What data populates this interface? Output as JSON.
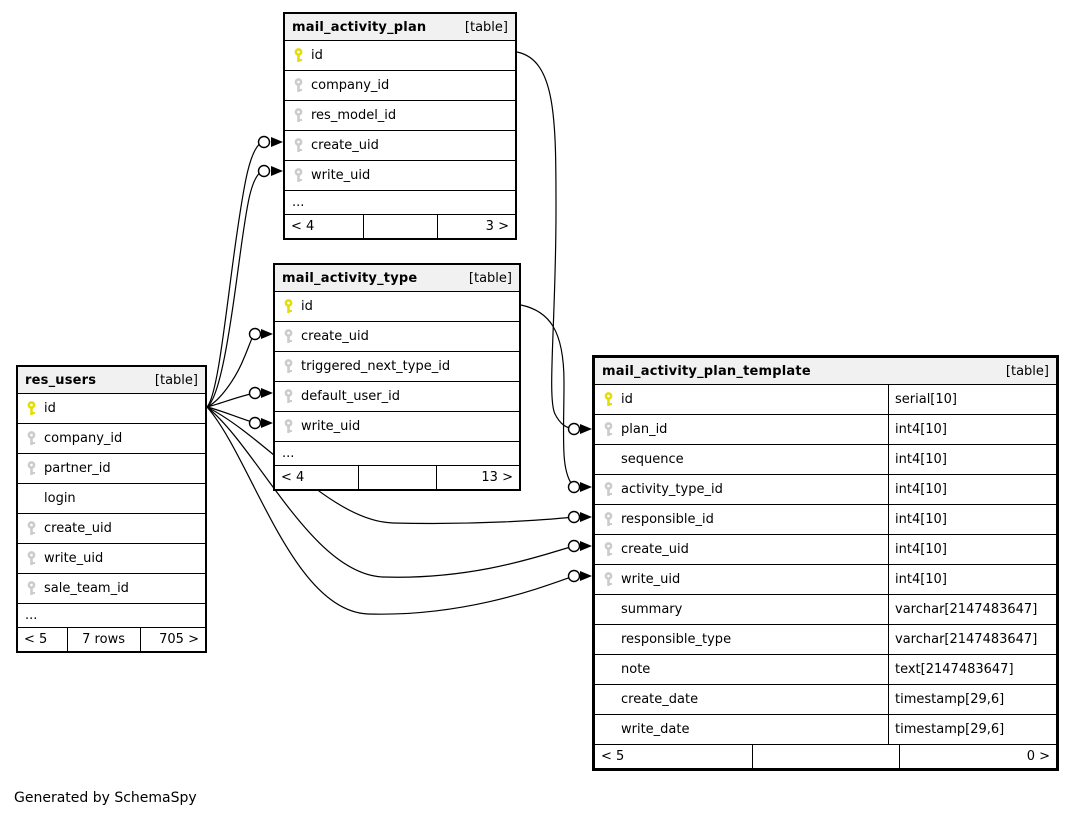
{
  "diagram": {
    "credit": "Generated by SchemaSpy",
    "colors": {
      "primary_key": "#e3dd0a",
      "foreign_key": "#cccccc",
      "header_bg": "#f1f1f1",
      "border": "#000000",
      "edge": "#000000",
      "background": "#ffffff"
    },
    "tables": {
      "mail_activity_plan": {
        "title": "mail_activity_plan",
        "tag": "[table]",
        "columns": [
          {
            "name": "id",
            "key": "primary"
          },
          {
            "name": "company_id",
            "key": "foreign"
          },
          {
            "name": "res_model_id",
            "key": "foreign"
          },
          {
            "name": "create_uid",
            "key": "foreign"
          },
          {
            "name": "write_uid",
            "key": "foreign"
          }
        ],
        "more": "...",
        "footer": {
          "left": "< 4",
          "center": "",
          "right": "3 >"
        }
      },
      "mail_activity_type": {
        "title": "mail_activity_type",
        "tag": "[table]",
        "columns": [
          {
            "name": "id",
            "key": "primary"
          },
          {
            "name": "create_uid",
            "key": "foreign"
          },
          {
            "name": "triggered_next_type_id",
            "key": "foreign"
          },
          {
            "name": "default_user_id",
            "key": "foreign"
          },
          {
            "name": "write_uid",
            "key": "foreign"
          }
        ],
        "more": "...",
        "footer": {
          "left": "< 4",
          "center": "",
          "right": "13 >"
        }
      },
      "res_users": {
        "title": "res_users",
        "tag": "[table]",
        "columns": [
          {
            "name": "id",
            "key": "primary"
          },
          {
            "name": "company_id",
            "key": "foreign"
          },
          {
            "name": "partner_id",
            "key": "foreign"
          },
          {
            "name": "login",
            "key": "none"
          },
          {
            "name": "create_uid",
            "key": "foreign"
          },
          {
            "name": "write_uid",
            "key": "foreign"
          },
          {
            "name": "sale_team_id",
            "key": "foreign"
          }
        ],
        "more": "...",
        "footer": {
          "left": "< 5",
          "center": "7 rows",
          "right": "705 >"
        }
      },
      "mail_activity_plan_template": {
        "title": "mail_activity_plan_template",
        "tag": "[table]",
        "columns": [
          {
            "name": "id",
            "key": "primary",
            "type": "serial[10]"
          },
          {
            "name": "plan_id",
            "key": "foreign",
            "type": "int4[10]"
          },
          {
            "name": "sequence",
            "key": "none",
            "type": "int4[10]"
          },
          {
            "name": "activity_type_id",
            "key": "foreign",
            "type": "int4[10]"
          },
          {
            "name": "responsible_id",
            "key": "foreign",
            "type": "int4[10]"
          },
          {
            "name": "create_uid",
            "key": "foreign",
            "type": "int4[10]"
          },
          {
            "name": "write_uid",
            "key": "foreign",
            "type": "int4[10]"
          },
          {
            "name": "summary",
            "key": "none",
            "type": "varchar[2147483647]"
          },
          {
            "name": "responsible_type",
            "key": "none",
            "type": "varchar[2147483647]"
          },
          {
            "name": "note",
            "key": "none",
            "type": "text[2147483647]"
          },
          {
            "name": "create_date",
            "key": "none",
            "type": "timestamp[29,6]"
          },
          {
            "name": "write_date",
            "key": "none",
            "type": "timestamp[29,6]"
          }
        ],
        "footer": {
          "left": "< 5",
          "center": "",
          "right": "0 >"
        }
      }
    },
    "relationships": [
      {
        "from": "res_users.id",
        "to": "mail_activity_plan.create_uid"
      },
      {
        "from": "res_users.id",
        "to": "mail_activity_plan.write_uid"
      },
      {
        "from": "res_users.id",
        "to": "mail_activity_type.create_uid"
      },
      {
        "from": "res_users.id",
        "to": "mail_activity_type.default_user_id"
      },
      {
        "from": "res_users.id",
        "to": "mail_activity_type.write_uid"
      },
      {
        "from": "res_users.id",
        "to": "mail_activity_plan_template.responsible_id"
      },
      {
        "from": "res_users.id",
        "to": "mail_activity_plan_template.create_uid"
      },
      {
        "from": "res_users.id",
        "to": "mail_activity_plan_template.write_uid"
      },
      {
        "from": "mail_activity_plan.id",
        "to": "mail_activity_plan_template.plan_id"
      },
      {
        "from": "mail_activity_type.id",
        "to": "mail_activity_plan_template.activity_type_id"
      }
    ]
  }
}
